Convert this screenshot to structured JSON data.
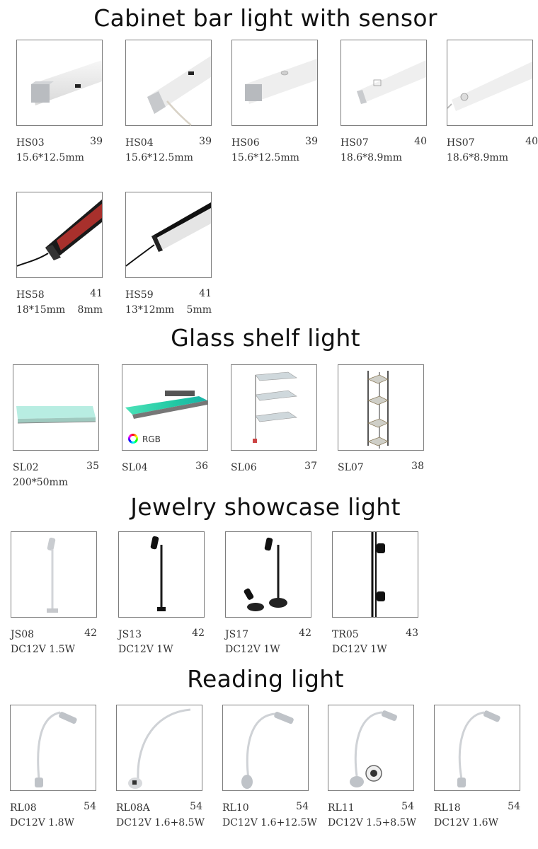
{
  "sections": {
    "cabinet": {
      "title": "Cabinet bar light with sensor",
      "items": [
        {
          "code": "HS03",
          "page": "39",
          "spec": "15.6*12.5mm"
        },
        {
          "code": "HS04",
          "page": "39",
          "spec": "15.6*12.5mm"
        },
        {
          "code": "HS06",
          "page": "39",
          "spec": "15.6*12.5mm"
        },
        {
          "code": "HS07",
          "page": "40",
          "spec": "18.6*8.9mm"
        },
        {
          "code": "HS07",
          "page": "40",
          "spec": "18.6*8.9mm"
        },
        {
          "code": "HS58",
          "page": "41",
          "spec": "18*15mm",
          "spec2": "8mm"
        },
        {
          "code": "HS59",
          "page": "41",
          "spec": "13*12mm",
          "spec2": "5mm"
        }
      ]
    },
    "glass": {
      "title": "Glass shelf light",
      "items": [
        {
          "code": "SL02",
          "page": "35",
          "spec": "200*50mm"
        },
        {
          "code": "SL04",
          "page": "36",
          "badge": "RGB"
        },
        {
          "code": "SL06",
          "page": "37"
        },
        {
          "code": "SL07",
          "page": "38"
        }
      ]
    },
    "jewelry": {
      "title": "Jewelry showcase light",
      "items": [
        {
          "code": "JS08",
          "page": "42",
          "spec": "DC12V 1.5W"
        },
        {
          "code": "JS13",
          "page": "42",
          "spec": "DC12V 1W"
        },
        {
          "code": "JS17",
          "page": "42",
          "spec": "DC12V 1W"
        },
        {
          "code": "TR05",
          "page": "43",
          "spec": "DC12V 1W"
        }
      ]
    },
    "reading": {
      "title": "Reading light",
      "items": [
        {
          "code": "RL08",
          "page": "54",
          "spec": "DC12V 1.8W"
        },
        {
          "code": "RL08A",
          "page": "54",
          "spec": "DC12V 1.6+8.5W"
        },
        {
          "code": "RL10",
          "page": "54",
          "spec": "DC12V 1.6+12.5W"
        },
        {
          "code": "RL11",
          "page": "54",
          "spec": "DC12V 1.5+8.5W"
        },
        {
          "code": "RL18",
          "page": "54",
          "spec": "DC12V 1.6W"
        }
      ]
    }
  }
}
